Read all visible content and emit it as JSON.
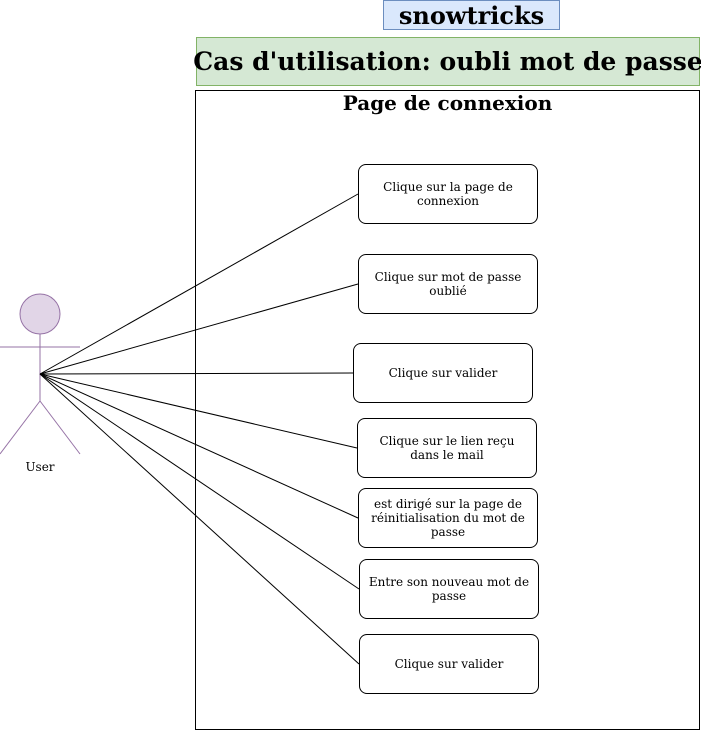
{
  "header": {
    "project_title": "snowtricks",
    "usecase_title": "Cas d'utilisation: oubli mot de passe"
  },
  "system": {
    "title": "Page de connexion"
  },
  "actor": {
    "label": "User"
  },
  "usecases": [
    {
      "label": "Clique sur la page de connexion"
    },
    {
      "label": "Clique sur mot de passe oublié"
    },
    {
      "label": "Clique sur valider"
    },
    {
      "label": "Clique sur le lien reçu dans le mail"
    },
    {
      "label": "est dirigé sur la page de réinitialisation du mot de passe"
    },
    {
      "label": "Entre son nouveau mot de passe"
    },
    {
      "label": "Clique sur valider"
    }
  ],
  "colors": {
    "project_title_fill": "#dae8fc",
    "usecase_title_fill": "#d5e8d4",
    "actor_fill": "#e1d5e7",
    "actor_stroke": "#9673a6"
  }
}
